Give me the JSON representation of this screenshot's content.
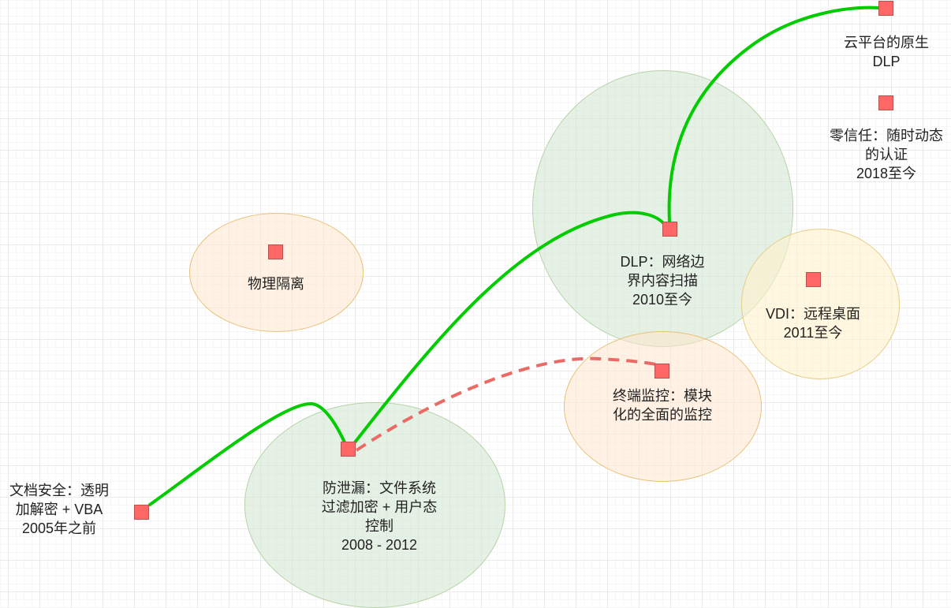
{
  "diagram": {
    "title": "",
    "colors": {
      "node_fill": "#ff6666",
      "node_border": "#b85450",
      "main_path": "#00cc00",
      "dashed_path": "#ea6b66",
      "ellipse_green": "#d5e8d4",
      "ellipse_orange": "#ffe6cc",
      "ellipse_yellow": "#fff2cc"
    },
    "nodes": [
      {
        "id": "doc-security",
        "label": "文档安全：透明\n加解密 + VBA\n2005年之前"
      },
      {
        "id": "physical-isolation",
        "label": "物理隔离"
      },
      {
        "id": "anti-leak",
        "label": "防泄漏：文件系统\n过滤加密 + 用户态\n控制\n2008 - 2012"
      },
      {
        "id": "dlp-network",
        "label": "DLP：网络边\n界内容扫描\n2010至今"
      },
      {
        "id": "endpoint-monitor",
        "label": "终端监控：模块\n化的全面的监控"
      },
      {
        "id": "vdi",
        "label": "VDI：远程桌面\n2011至今"
      },
      {
        "id": "cloud-dlp",
        "label": "云平台的原生\nDLP"
      },
      {
        "id": "zero-trust",
        "label": "零信任：随时动态\n的认证\n2018至今"
      }
    ],
    "edges": [
      {
        "from": "doc-security",
        "to": "anti-leak",
        "style": "solid-green"
      },
      {
        "from": "anti-leak",
        "to": "dlp-network",
        "style": "solid-green"
      },
      {
        "from": "dlp-network",
        "to": "cloud-dlp",
        "style": "solid-green"
      },
      {
        "from": "anti-leak",
        "to": "endpoint-monitor",
        "style": "dashed-red"
      }
    ]
  }
}
